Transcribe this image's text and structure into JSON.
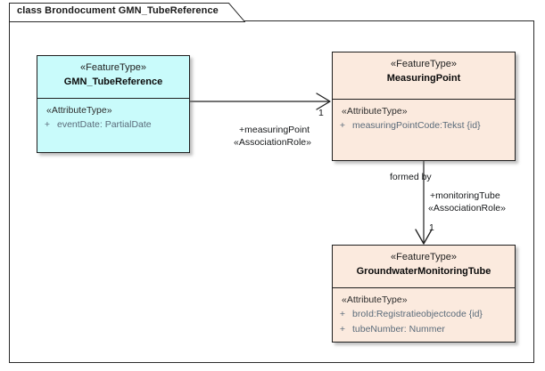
{
  "diagram": {
    "title": "class Brondocument GMN_TubeReference",
    "colors": {
      "cyan_fill": "#c9fbfb",
      "peach_fill": "#fbeade",
      "border": "#1e1e1e",
      "attribute_text": "#5a6b7a"
    }
  },
  "classes": [
    {
      "id": "gmn-tube-reference",
      "stereotype": "«FeatureType»",
      "name": "GMN_TubeReference",
      "attribute_stereotype": "«AttributeType»",
      "attributes": [
        {
          "visibility": "+",
          "text": "eventDate: PartialDate"
        }
      ]
    },
    {
      "id": "measuring-point",
      "stereotype": "«FeatureType»",
      "name": "MeasuringPoint",
      "attribute_stereotype": "«AttributeType»",
      "attributes": [
        {
          "visibility": "+",
          "text": "measuringPointCode:Tekst {id}"
        }
      ]
    },
    {
      "id": "groundwater-monitoring-tube",
      "stereotype": "«FeatureType»",
      "name": "GroundwaterMonitoringTube",
      "attribute_stereotype": "«AttributeType»",
      "attributes": [
        {
          "visibility": "+",
          "text": "broId:Registratieobjectcode {id}"
        },
        {
          "visibility": "+",
          "text": "tubeNumber: Nummer"
        }
      ]
    }
  ],
  "associations": [
    {
      "id": "measuring-point-association",
      "multiplicity": "1",
      "role": "+measuringPoint",
      "role_stereotype": "«AssociationRole»"
    },
    {
      "id": "monitoring-tube-association",
      "name": "formed by",
      "role": "+monitoringTube",
      "role_stereotype": "«AssociationRole»",
      "multiplicity": "1"
    }
  ]
}
